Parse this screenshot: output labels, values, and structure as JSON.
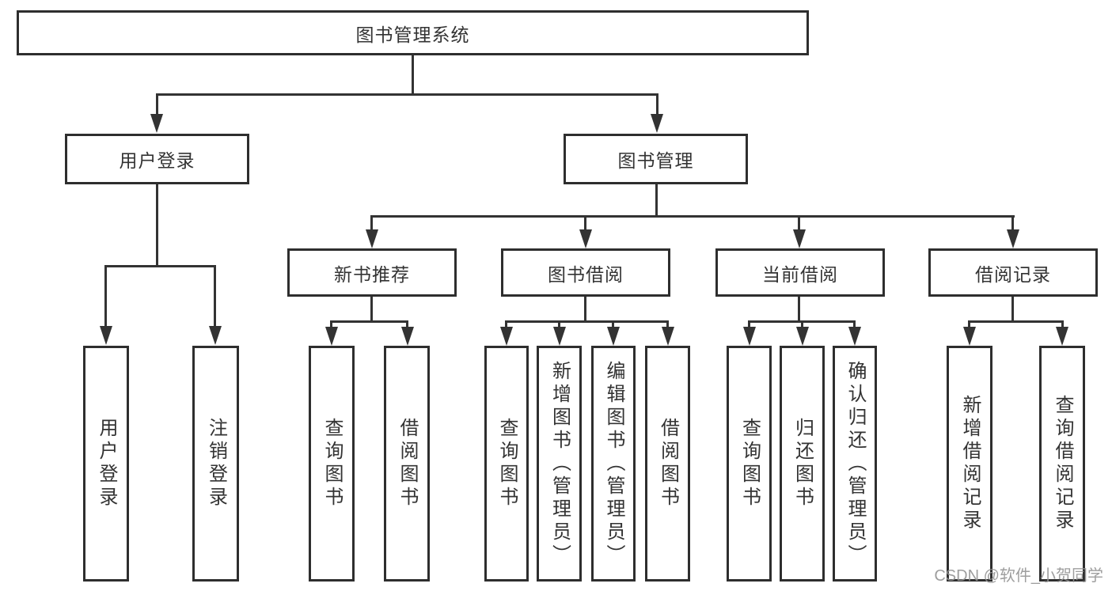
{
  "tree": {
    "root": "图书管理系统",
    "children": [
      {
        "label": "用户登录",
        "children": [
          "用户登录",
          "注销登录"
        ]
      },
      {
        "label": "图书管理",
        "children": [
          {
            "label": "新书推荐",
            "children": [
              "查询图书",
              "借阅图书"
            ]
          },
          {
            "label": "图书借阅",
            "children": [
              "查询图书",
              "新增图书（管理员）",
              "编辑图书（管理员）",
              "借阅图书"
            ]
          },
          {
            "label": "当前借阅",
            "children": [
              "查询图书",
              "归还图书",
              "确认归还（管理员）"
            ]
          },
          {
            "label": "借阅记录",
            "children": [
              "新增借阅记录",
              "查询借阅记录"
            ]
          }
        ]
      }
    ]
  },
  "watermark": "CSDN @软件_小贺同学",
  "colors": {
    "line": "#333333",
    "text": "#333333",
    "background": "#ffffff",
    "watermark": "#949494"
  }
}
